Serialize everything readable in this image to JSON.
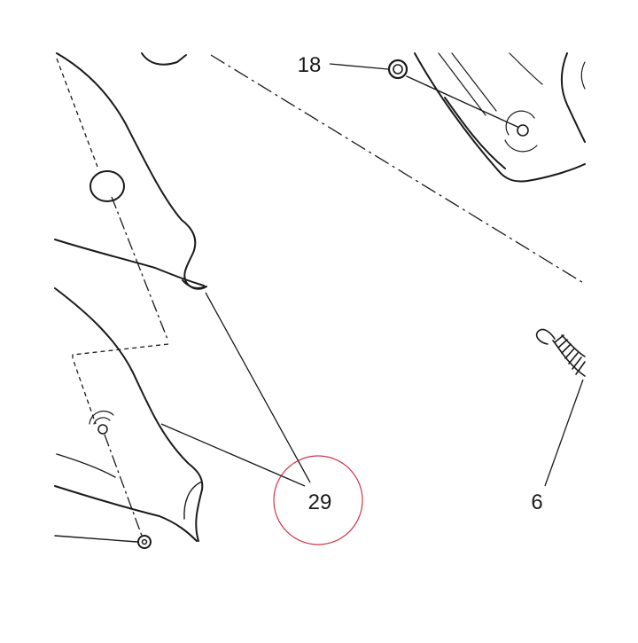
{
  "diagram": {
    "callouts": [
      {
        "id": "18",
        "label": "18"
      },
      {
        "id": "29",
        "label": "29"
      },
      {
        "id": "6",
        "label": "6"
      }
    ],
    "colors": {
      "line": "#1a1a1a",
      "highlight_circle": "#c8102e",
      "background": "#ffffff"
    }
  }
}
